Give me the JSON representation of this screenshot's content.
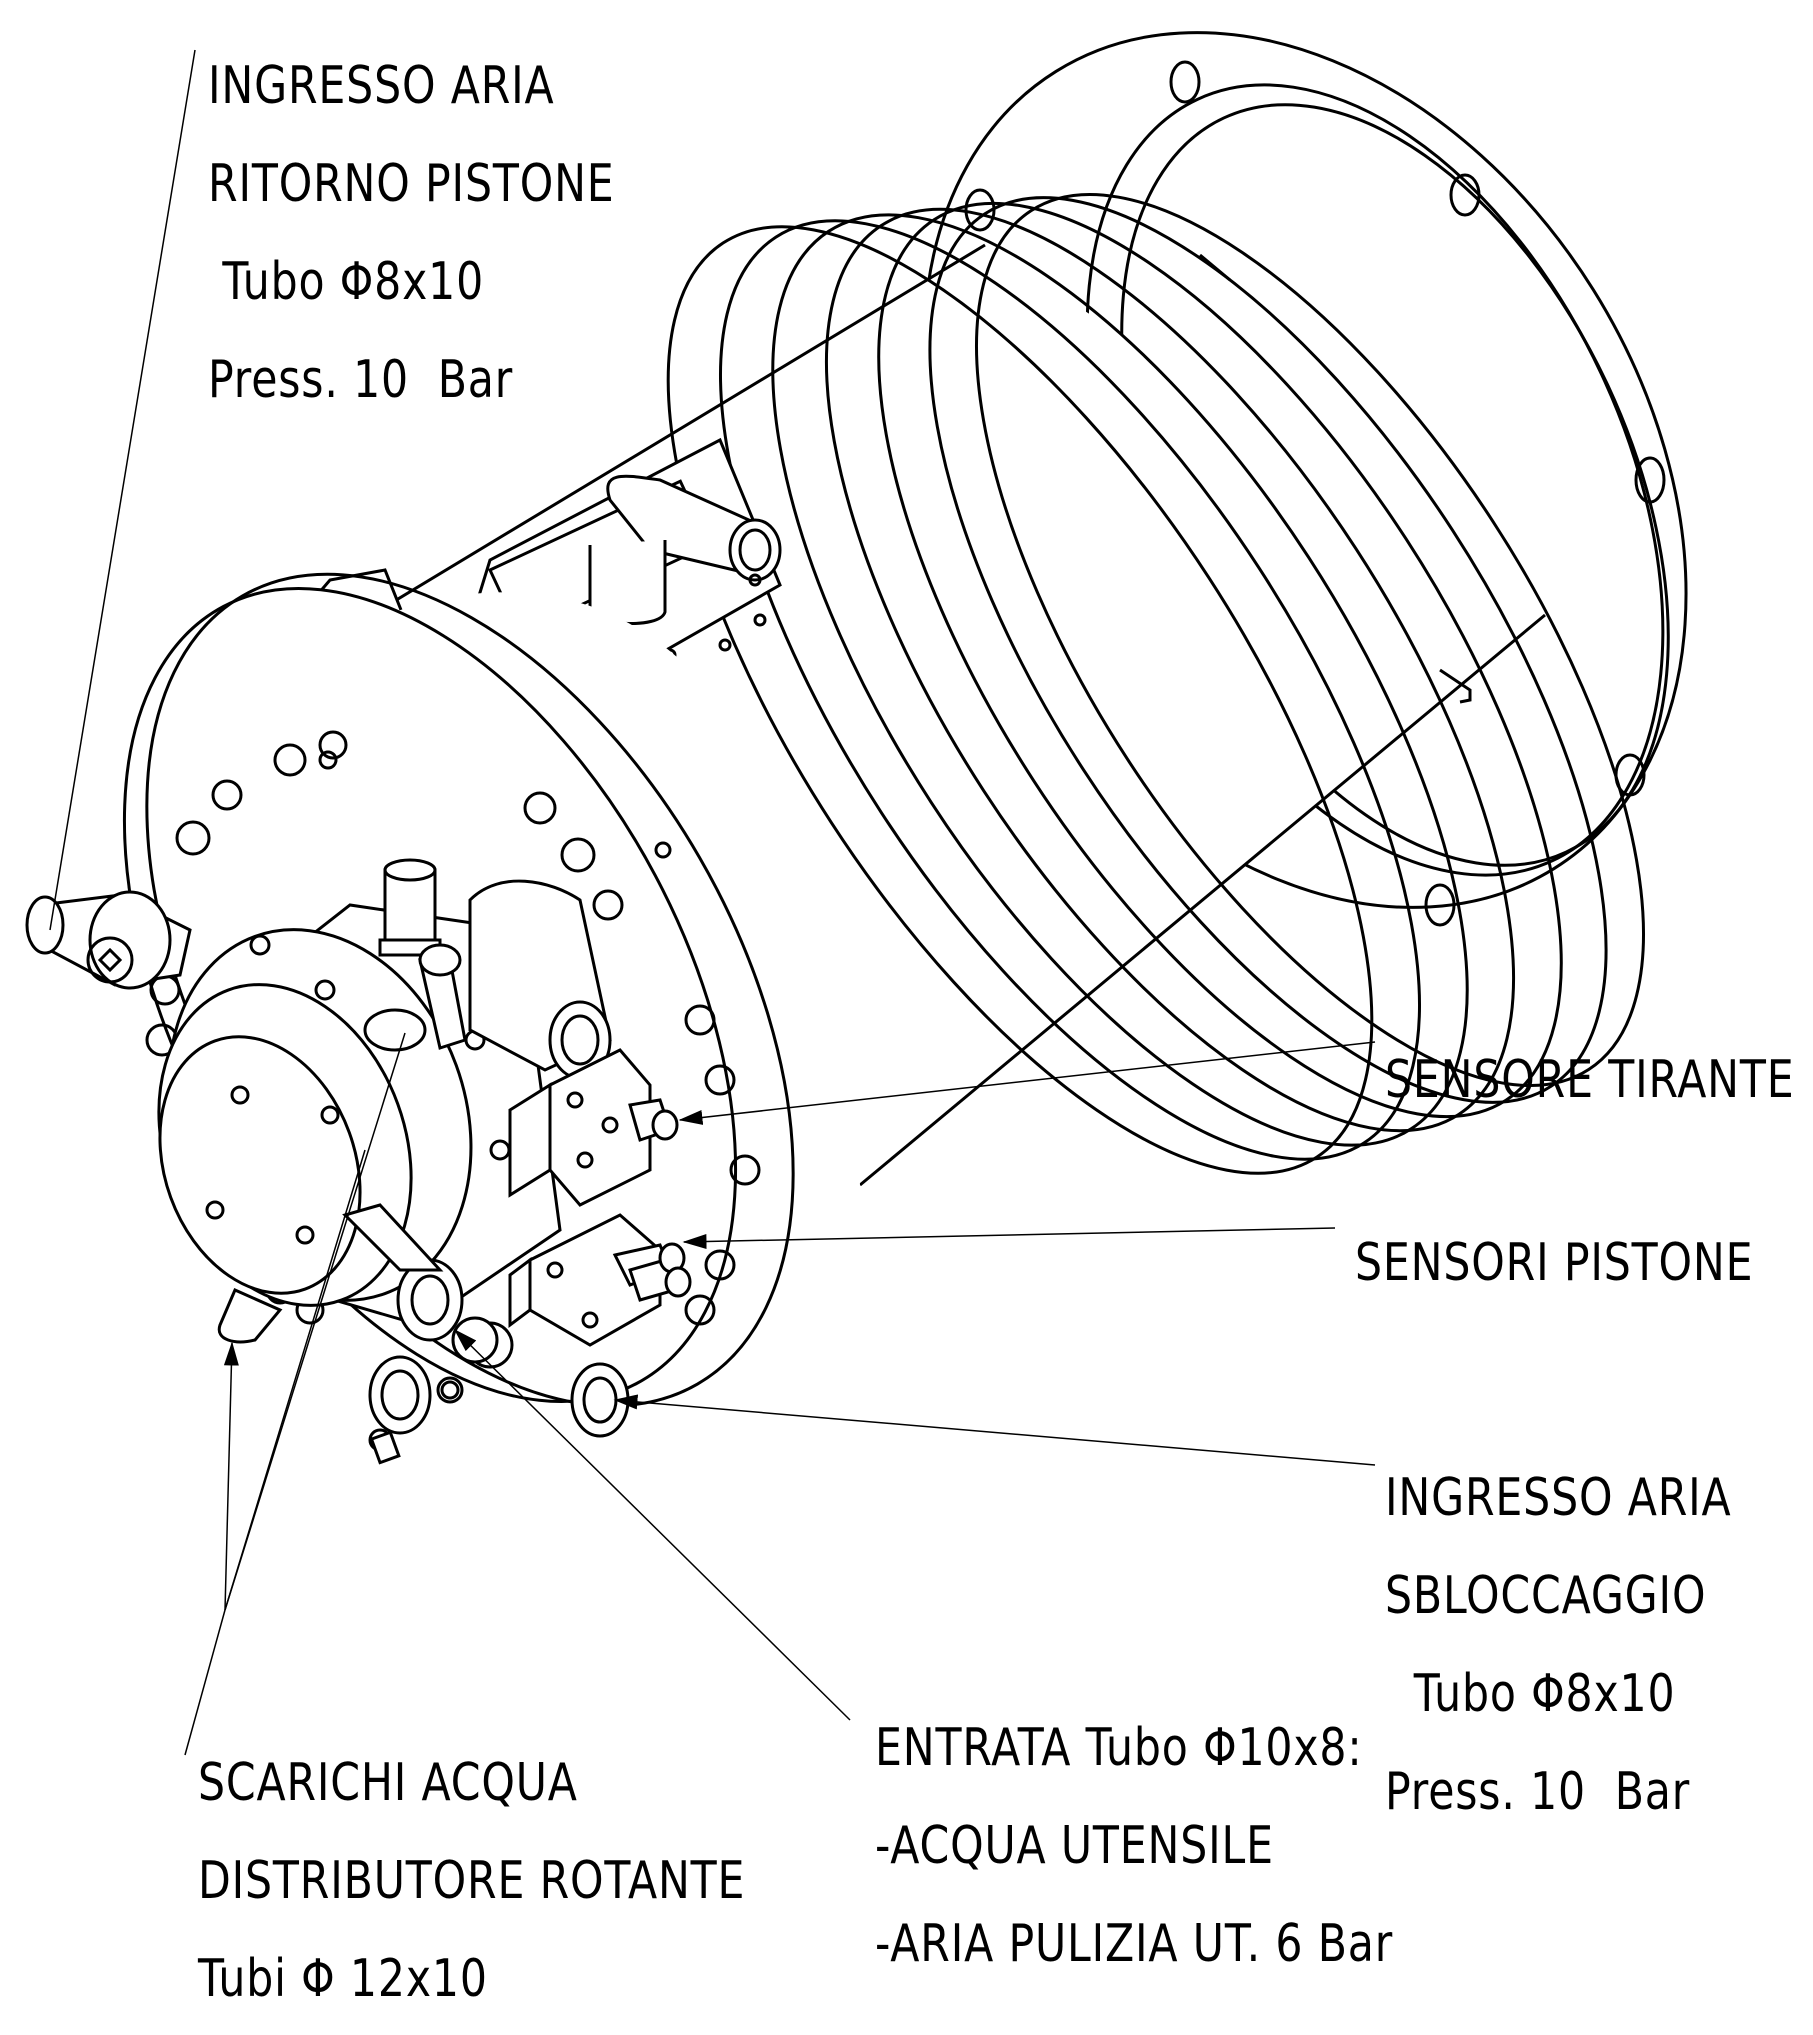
{
  "labels": {
    "ritorno_pistone": {
      "lines": [
        "INGRESSO ARIA",
        "RITORNO PISTONE",
        " Tubo Φ8x10",
        "Press. 10  Bar"
      ]
    },
    "sensore_tirante": {
      "text": "SENSORE TIRANTE"
    },
    "sensori_pistone": {
      "text": "SENSORI PISTONE"
    },
    "sbloccaggio": {
      "lines": [
        "INGRESSO ARIA",
        "SBLOCCAGGIO",
        "  Tubo Φ8x10",
        "Press. 10  Bar"
      ]
    },
    "entrata": {
      "lines": [
        "ENTRATA Tubo Φ10x8:",
        "-ACQUA UTENSILE",
        "-ARIA PULIZIA UT. 6 Bar"
      ]
    },
    "scarichi": {
      "lines": [
        "SCARICHI ACQUA",
        "DISTRIBUTORE ROTANTE",
        "Tubi Φ 12x10"
      ]
    }
  },
  "style": {
    "line_color": "#000000",
    "background": "#ffffff"
  }
}
